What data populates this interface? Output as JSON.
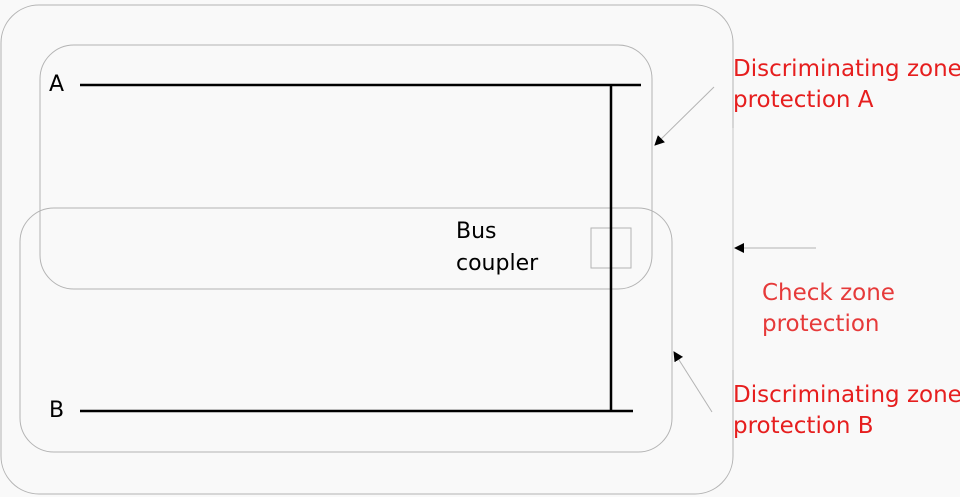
{
  "diagram": {
    "busbar_a_label": "A",
    "busbar_b_label": "B",
    "coupler": {
      "line1": "Bus",
      "line2": "coupler"
    },
    "zones": {
      "discriminating_a": {
        "line1": "Discriminating zone",
        "line2": "protection A"
      },
      "check": {
        "line1": "Check zone",
        "line2": "protection"
      },
      "discriminating_b": {
        "line1": "Discriminating zone",
        "line2": "protection B"
      }
    },
    "colors": {
      "zone_text": "#e61e1e",
      "check_text": "#e63a3a",
      "zone_outline": "#b4b4b4",
      "busbar": "#000000",
      "background": "#f9f9f9"
    }
  }
}
